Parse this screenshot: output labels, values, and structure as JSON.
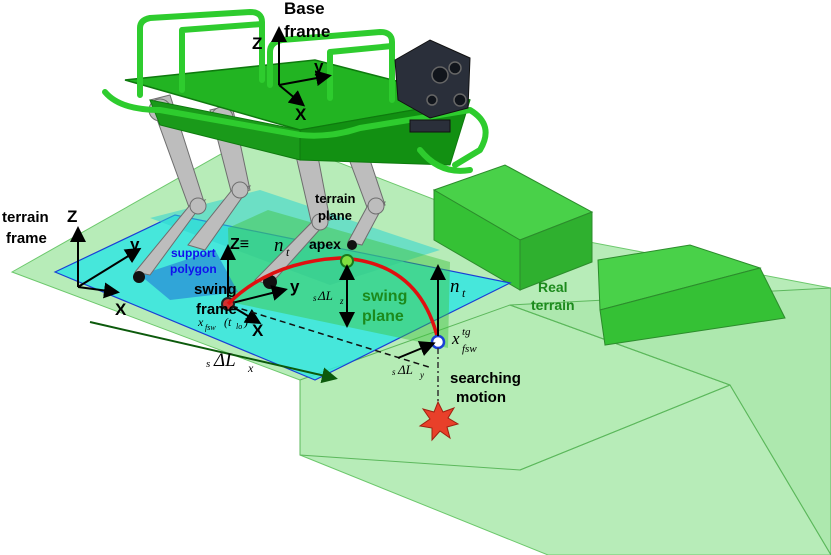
{
  "labels": {
    "base_frame": [
      "Base",
      "frame"
    ],
    "terrain_frame": [
      "terrain",
      "frame"
    ],
    "terrain_plane": [
      "terrain",
      "plane"
    ],
    "support_polygon": [
      "support",
      "polygon"
    ],
    "swing_frame": [
      "swing",
      "frame"
    ],
    "swing_plane": [
      "swing",
      "plane"
    ],
    "real_terrain": [
      "Real",
      "terrain"
    ],
    "searching_motion": [
      "searching",
      "motion"
    ],
    "apex": "apex"
  },
  "axes": {
    "x": "X",
    "y": "y",
    "z": "Z",
    "z_equiv": "Z≡",
    "n_t": "n",
    "n_t_sub": "t"
  },
  "math": {
    "delta_lx": "ΔL",
    "delta_lx_pre": "s",
    "delta_lx_sub": "x",
    "delta_ly": "ΔL",
    "delta_ly_pre": "s",
    "delta_ly_sub": "y",
    "delta_lz": "ΔL",
    "delta_lz_pre": "s",
    "delta_lz_sub": "z",
    "x_fsw_tlo": "x",
    "x_fsw_tlo_sub": "fsw",
    "x_fsw_tlo_arg": "(t",
    "x_fsw_tlo_arg_sub": "lo",
    "x_fsw_tlo_close": ")",
    "x_target": "x",
    "x_target_sup": "tg",
    "x_target_sub": "fsw"
  },
  "colors": {
    "terrain_fill": "#9fe6a0",
    "support_polygon": "#33e6e0",
    "swing_plane": "#3fc43f",
    "robot_green": "#22b422",
    "robot_dark": "#0e7a0e",
    "leg_gray": "#b8b8b8",
    "trajectory": "#e01010",
    "star": "#e8402a",
    "label_blue": "#1010ee",
    "label_green": "#1c8a1c"
  }
}
